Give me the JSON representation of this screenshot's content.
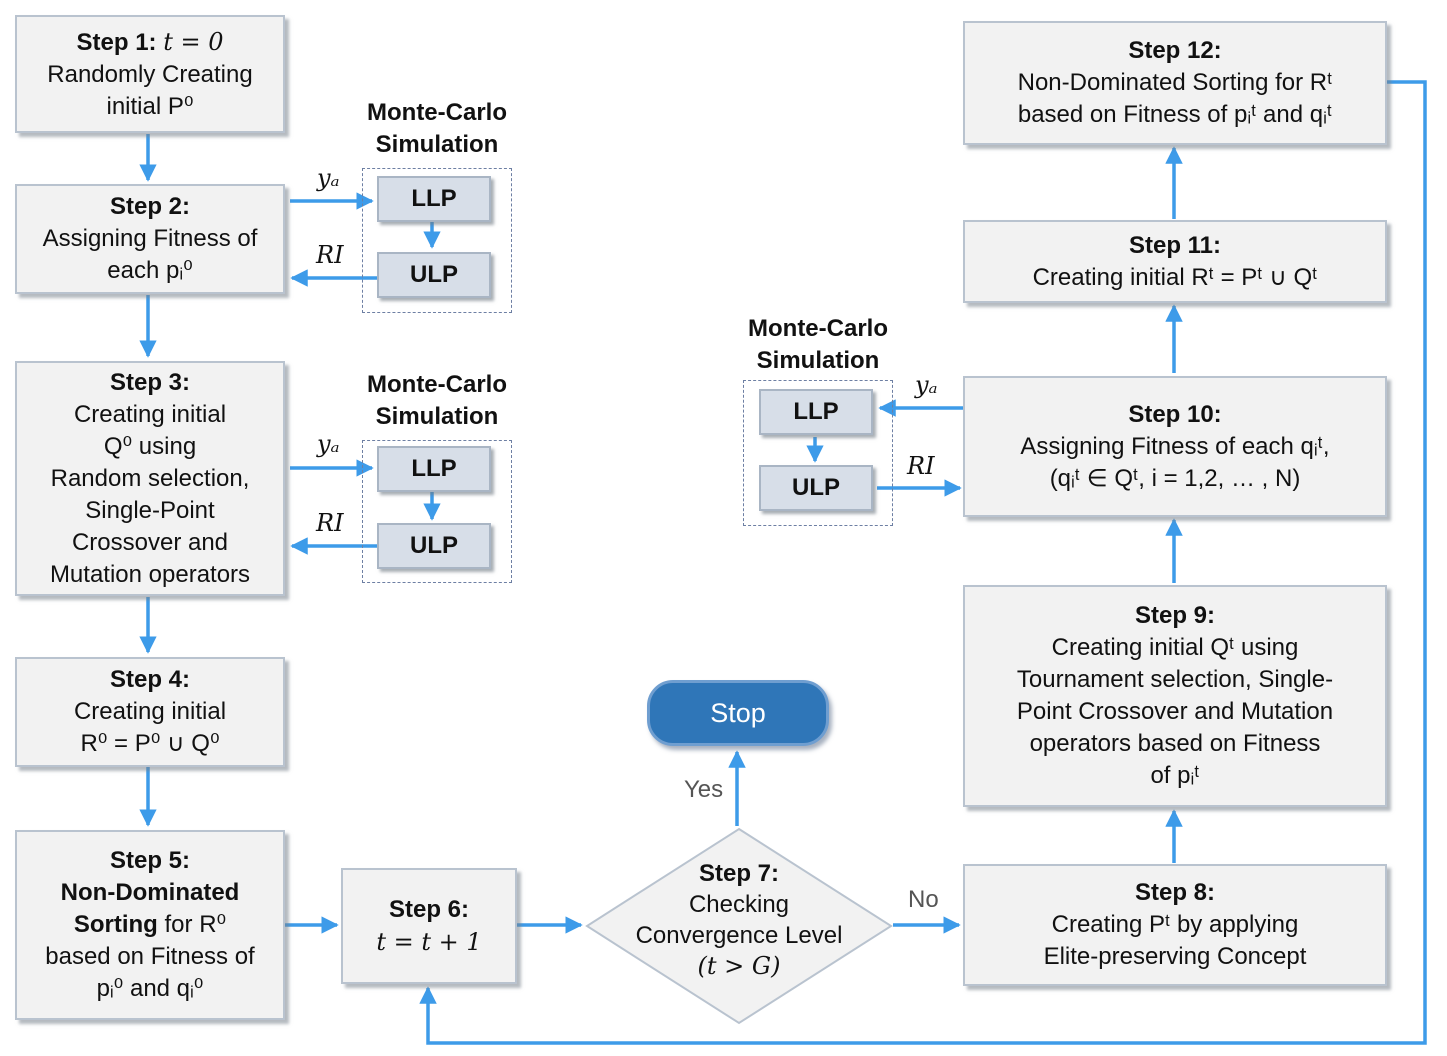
{
  "steps": {
    "s1": {
      "title": "Step 1:",
      "title_math": "t = 0",
      "lines": [
        "Randomly Creating",
        "initial P⁰"
      ]
    },
    "s2": {
      "title": "Step 2:",
      "lines": [
        "Assigning  Fitness of",
        "each pᵢ⁰"
      ]
    },
    "s3": {
      "title": "Step 3:",
      "lines": [
        "Creating initial",
        "Q⁰ using",
        "Random selection,",
        "Single-Point",
        "Crossover and",
        "Mutation operators"
      ]
    },
    "s4": {
      "title": "Step 4:",
      "lines": [
        "Creating initial",
        "R⁰ = P⁰ ∪ Q⁰"
      ]
    },
    "s5": {
      "title": "Step 5:",
      "bold_lines": [
        "Non-Dominated",
        "Sorting"
      ],
      "lines": [
        "for R⁰",
        "based on Fitness of",
        "pᵢ⁰ and qᵢ⁰"
      ]
    },
    "s6": {
      "title": "Step 6:",
      "lines": [
        "t = t + 1"
      ]
    },
    "s7": {
      "title": "Step 7:",
      "lines": [
        "Checking",
        "Convergence  Level",
        "(t > G)"
      ]
    },
    "s8": {
      "title": "Step 8:",
      "lines": [
        "Creating Pᵗ by applying",
        "Elite-preserving Concept"
      ]
    },
    "s9": {
      "title": "Step 9:",
      "lines": [
        "Creating initial Qᵗ using",
        "Tournament selection, Single-",
        "Point Crossover and Mutation",
        "operators based on Fitness",
        "of pᵢᵗ"
      ]
    },
    "s10": {
      "title": "Step 10:",
      "lines": [
        "Assigning Fitness of each qᵢᵗ,",
        "(qᵢᵗ ∈ Qᵗ,  i = 1,2, … , N)"
      ]
    },
    "s11": {
      "title": "Step 11:",
      "lines": [
        "Creating initial Rᵗ = Pᵗ ∪ Qᵗ"
      ]
    },
    "s12": {
      "title": "Step 12:",
      "lines": [
        "Non-Dominated Sorting for Rᵗ",
        "based on Fitness of pᵢᵗ and qᵢᵗ"
      ]
    }
  },
  "stop": "Stop",
  "monte_carlo": {
    "label_line1": "Monte-Carlo",
    "label_line2": "Simulation",
    "llp": "LLP",
    "ulp": "ULP",
    "ya": "yₐ",
    "ri": "RI"
  },
  "decision": {
    "yes": "Yes",
    "no": "No"
  },
  "colors": {
    "arrow": "#3d9be9",
    "box_fill": "#f2f2f2",
    "box_border": "#b9c3cf",
    "mini_fill": "#d7dee8",
    "stop_fill": "#2f76b8"
  }
}
